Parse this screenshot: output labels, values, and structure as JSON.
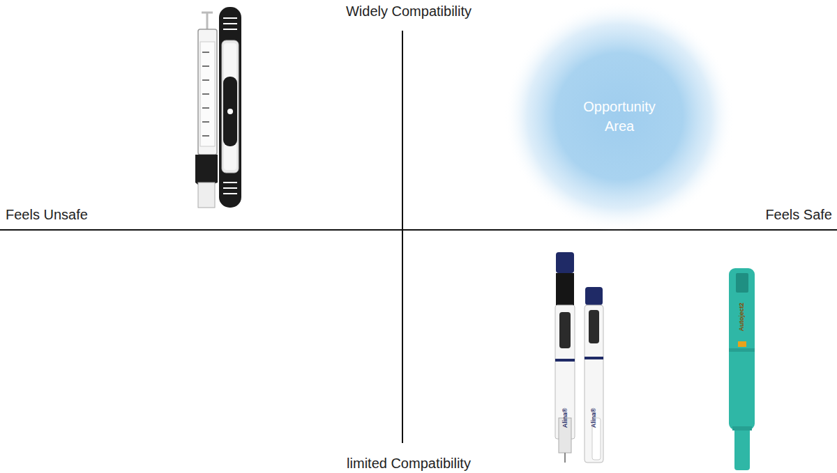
{
  "diagram": {
    "nodes": [
      {
        "text": [
          "Opportunity Area"
        ]
      }
    ],
    "labels": [
      "Widely Compatibility",
      "Feels Unsafe",
      "Feels Safe",
      "limited Compatibility",
      "Alina®",
      "Alina®",
      "Autoject2"
    ]
  }
}
